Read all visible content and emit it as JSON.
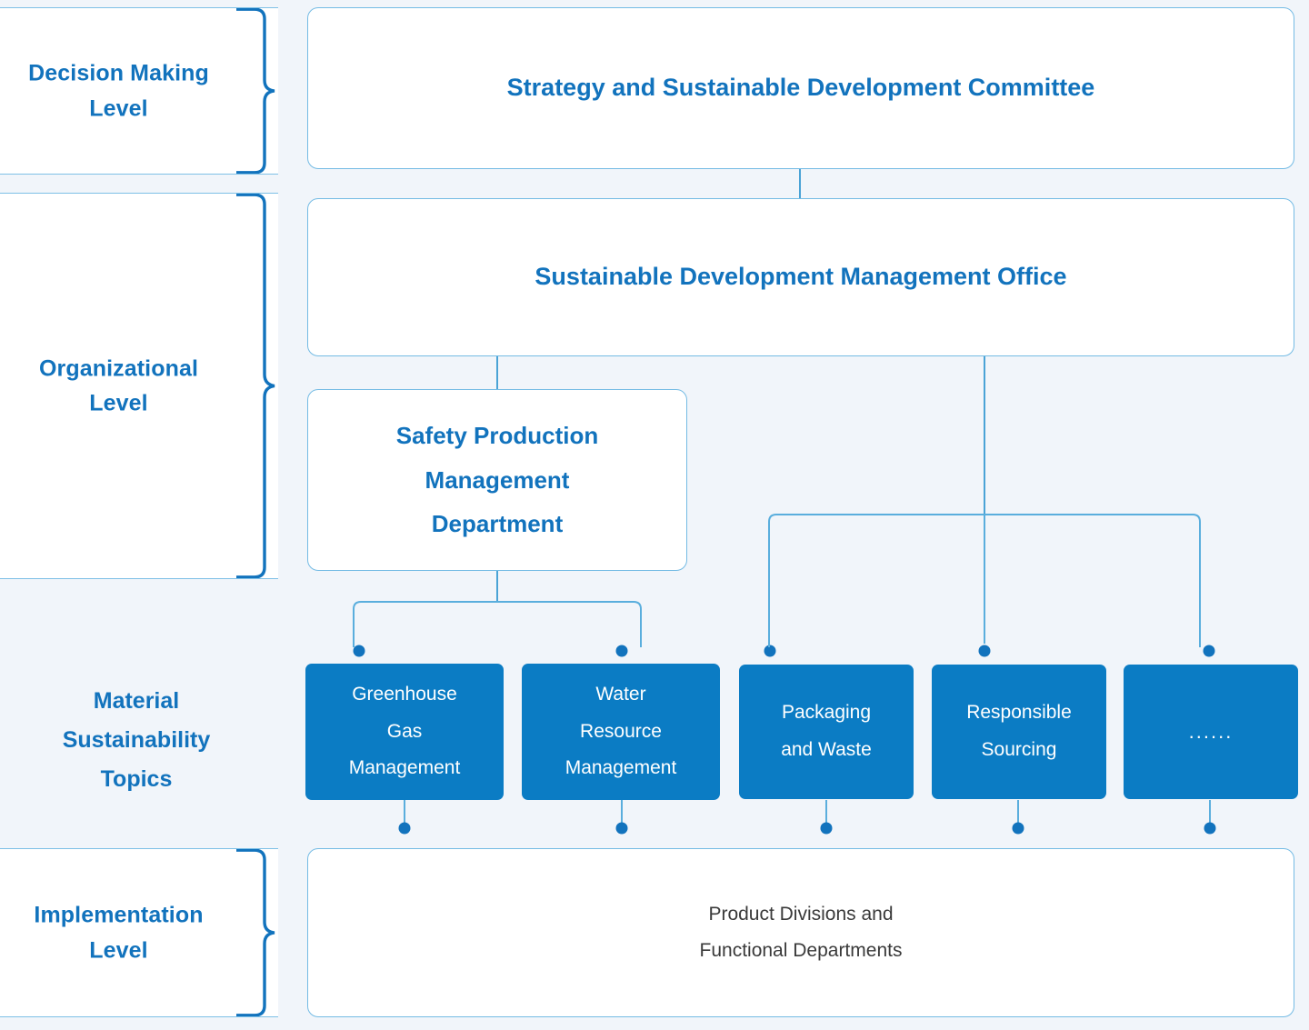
{
  "theme": {
    "background": "#f1f5fa",
    "panel_background": "#ffffff",
    "accent_blue": "#1273bd",
    "chip_blue": "#0b7cc4",
    "outline_blue": "#74bbe4",
    "connector_blue": "#4aa3d6",
    "body_text": "#3a3a3a"
  },
  "levels": [
    {
      "id": "decision-making",
      "label": "Decision Making\nLevel"
    },
    {
      "id": "organizational",
      "label": "Organizational\nLevel"
    },
    {
      "id": "material-topics",
      "label": "Material\nSustainability\nTopics"
    },
    {
      "id": "implementation",
      "label": "Implementation\nLevel"
    }
  ],
  "nodes": {
    "committee": "Strategy and Sustainable Development Committee",
    "office": "Sustainable Development Management Office",
    "safety_department": "Safety Production\nManagement\nDepartment",
    "implementation": "Product Divisions and\nFunctional Departments"
  },
  "topics": [
    {
      "id": "greenhouse-gas-management",
      "label": "Greenhouse\nGas\nManagement",
      "lines": 3
    },
    {
      "id": "water-resource-management",
      "label": "Water\nResource\nManagement",
      "lines": 3
    },
    {
      "id": "packaging-and-waste",
      "label": "Packaging\nand Waste",
      "lines": 2
    },
    {
      "id": "responsible-sourcing",
      "label": "Responsible\nSourcing",
      "lines": 2
    },
    {
      "id": "more-topics",
      "label": "......",
      "lines": 1
    }
  ]
}
